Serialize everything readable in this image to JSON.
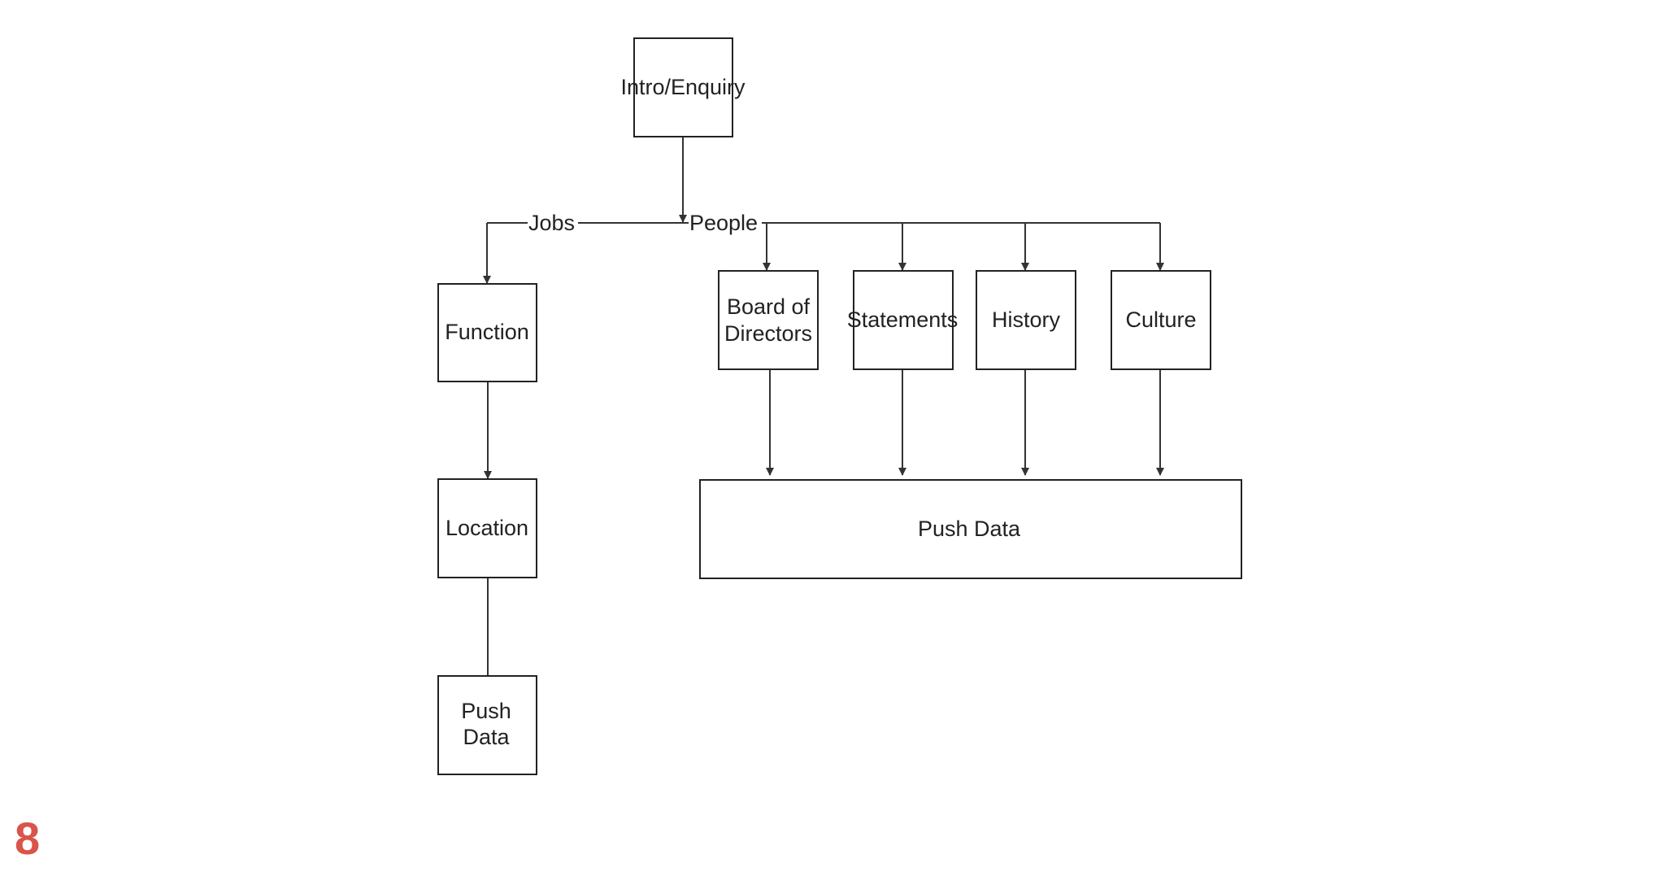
{
  "diagram": {
    "nodes": {
      "intro": "Intro/Enquiry",
      "function": "Function",
      "location": "Location",
      "push_data_jobs": [
        "Push",
        "Data"
      ],
      "board": [
        "Board of",
        "Directors"
      ],
      "statements": "Statements",
      "history": "History",
      "culture": "Culture",
      "push_data_people": "Push Data"
    },
    "edge_labels": {
      "jobs": "Jobs",
      "people": "People"
    }
  },
  "page_number": "8",
  "colors": {
    "stroke": "#222222",
    "page_number": "#d9544a"
  }
}
